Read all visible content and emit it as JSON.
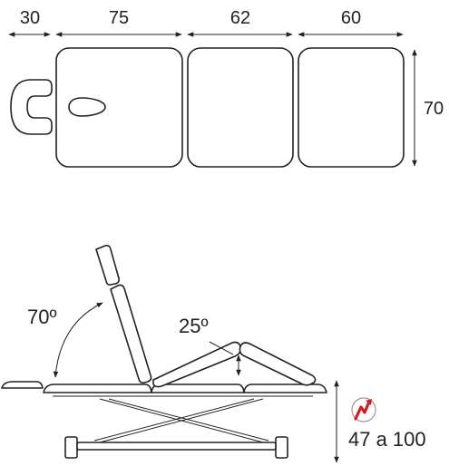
{
  "dimensions": {
    "headrest_width": "30",
    "back_section_width": "75",
    "middle_section_width": "62",
    "foot_section_width": "60",
    "table_depth": "70"
  },
  "angles": {
    "backrest_angle": "70º",
    "leg_angle": "25º"
  },
  "height_range": "47 a 100",
  "colors": {
    "outline": "#222222",
    "icon_accent": "#d11f1f"
  },
  "icons": {
    "height_adjust": "electric-height-icon"
  }
}
